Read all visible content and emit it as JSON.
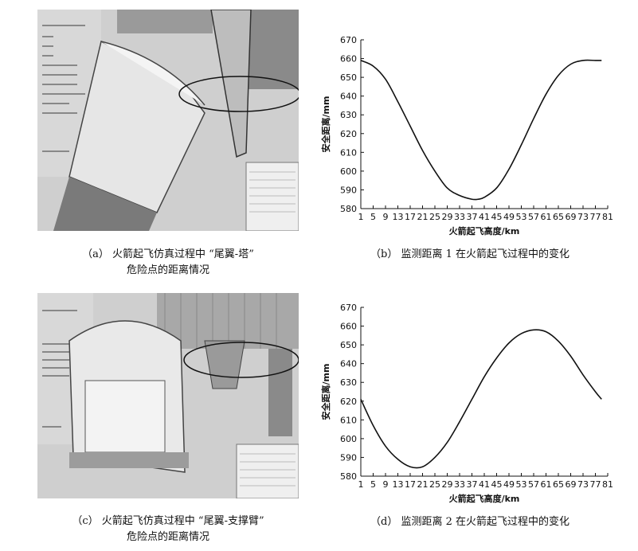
{
  "figures": [
    {
      "id": "a",
      "caption_line1": "（a） 火箭起飞仿真过程中 “尾翼-塔”",
      "caption_line2": "危险点的距离情况"
    },
    {
      "id": "b",
      "caption_line1": "（b） 监测距离 1 在火箭起飞过程中的变化"
    },
    {
      "id": "c",
      "caption_line1": "（c） 火箭起飞仿真过程中 “尾翼-支撑臂”",
      "caption_line2": "危险点的距离情况"
    },
    {
      "id": "d",
      "caption_line1": "（d） 监测距离 2 在火箭起飞过程中的变化"
    }
  ],
  "chart_data": [
    {
      "type": "line",
      "xlabel": "火箭起飞高度/km",
      "ylabel": "安全距离/mm",
      "ylim": [
        580,
        670
      ],
      "yticks": [
        580,
        590,
        600,
        610,
        620,
        630,
        640,
        650,
        660,
        670
      ],
      "xlim": [
        1,
        81
      ],
      "xticks": [
        1,
        5,
        9,
        13,
        17,
        21,
        25,
        29,
        33,
        37,
        41,
        45,
        49,
        53,
        57,
        61,
        65,
        69,
        73,
        77,
        81
      ],
      "x": [
        1,
        5,
        9,
        13,
        17,
        21,
        25,
        29,
        33,
        37,
        39,
        41,
        45,
        49,
        53,
        57,
        61,
        65,
        69,
        73,
        77,
        79
      ],
      "y": [
        659,
        656,
        649,
        637,
        624,
        611,
        600,
        591,
        587,
        585,
        585,
        586,
        591,
        601,
        614,
        628,
        641,
        651,
        657,
        659,
        659,
        659
      ]
    },
    {
      "type": "line",
      "xlabel": "火箭起飞高度/km",
      "ylabel": "安全距离/mm",
      "ylim": [
        580,
        670
      ],
      "yticks": [
        580,
        590,
        600,
        610,
        620,
        630,
        640,
        650,
        660,
        670
      ],
      "xlim": [
        1,
        81
      ],
      "xticks": [
        1,
        5,
        9,
        13,
        17,
        21,
        25,
        29,
        33,
        37,
        41,
        45,
        49,
        53,
        57,
        61,
        65,
        69,
        73,
        77,
        81
      ],
      "x": [
        1,
        5,
        9,
        13,
        17,
        21,
        25,
        29,
        33,
        37,
        41,
        45,
        49,
        53,
        57,
        61,
        65,
        69,
        73,
        77,
        79
      ],
      "y": [
        621,
        607,
        596,
        589,
        585,
        585,
        590,
        598,
        609,
        621,
        633,
        643,
        651,
        656,
        658,
        657,
        652,
        644,
        634,
        625,
        621
      ]
    }
  ]
}
